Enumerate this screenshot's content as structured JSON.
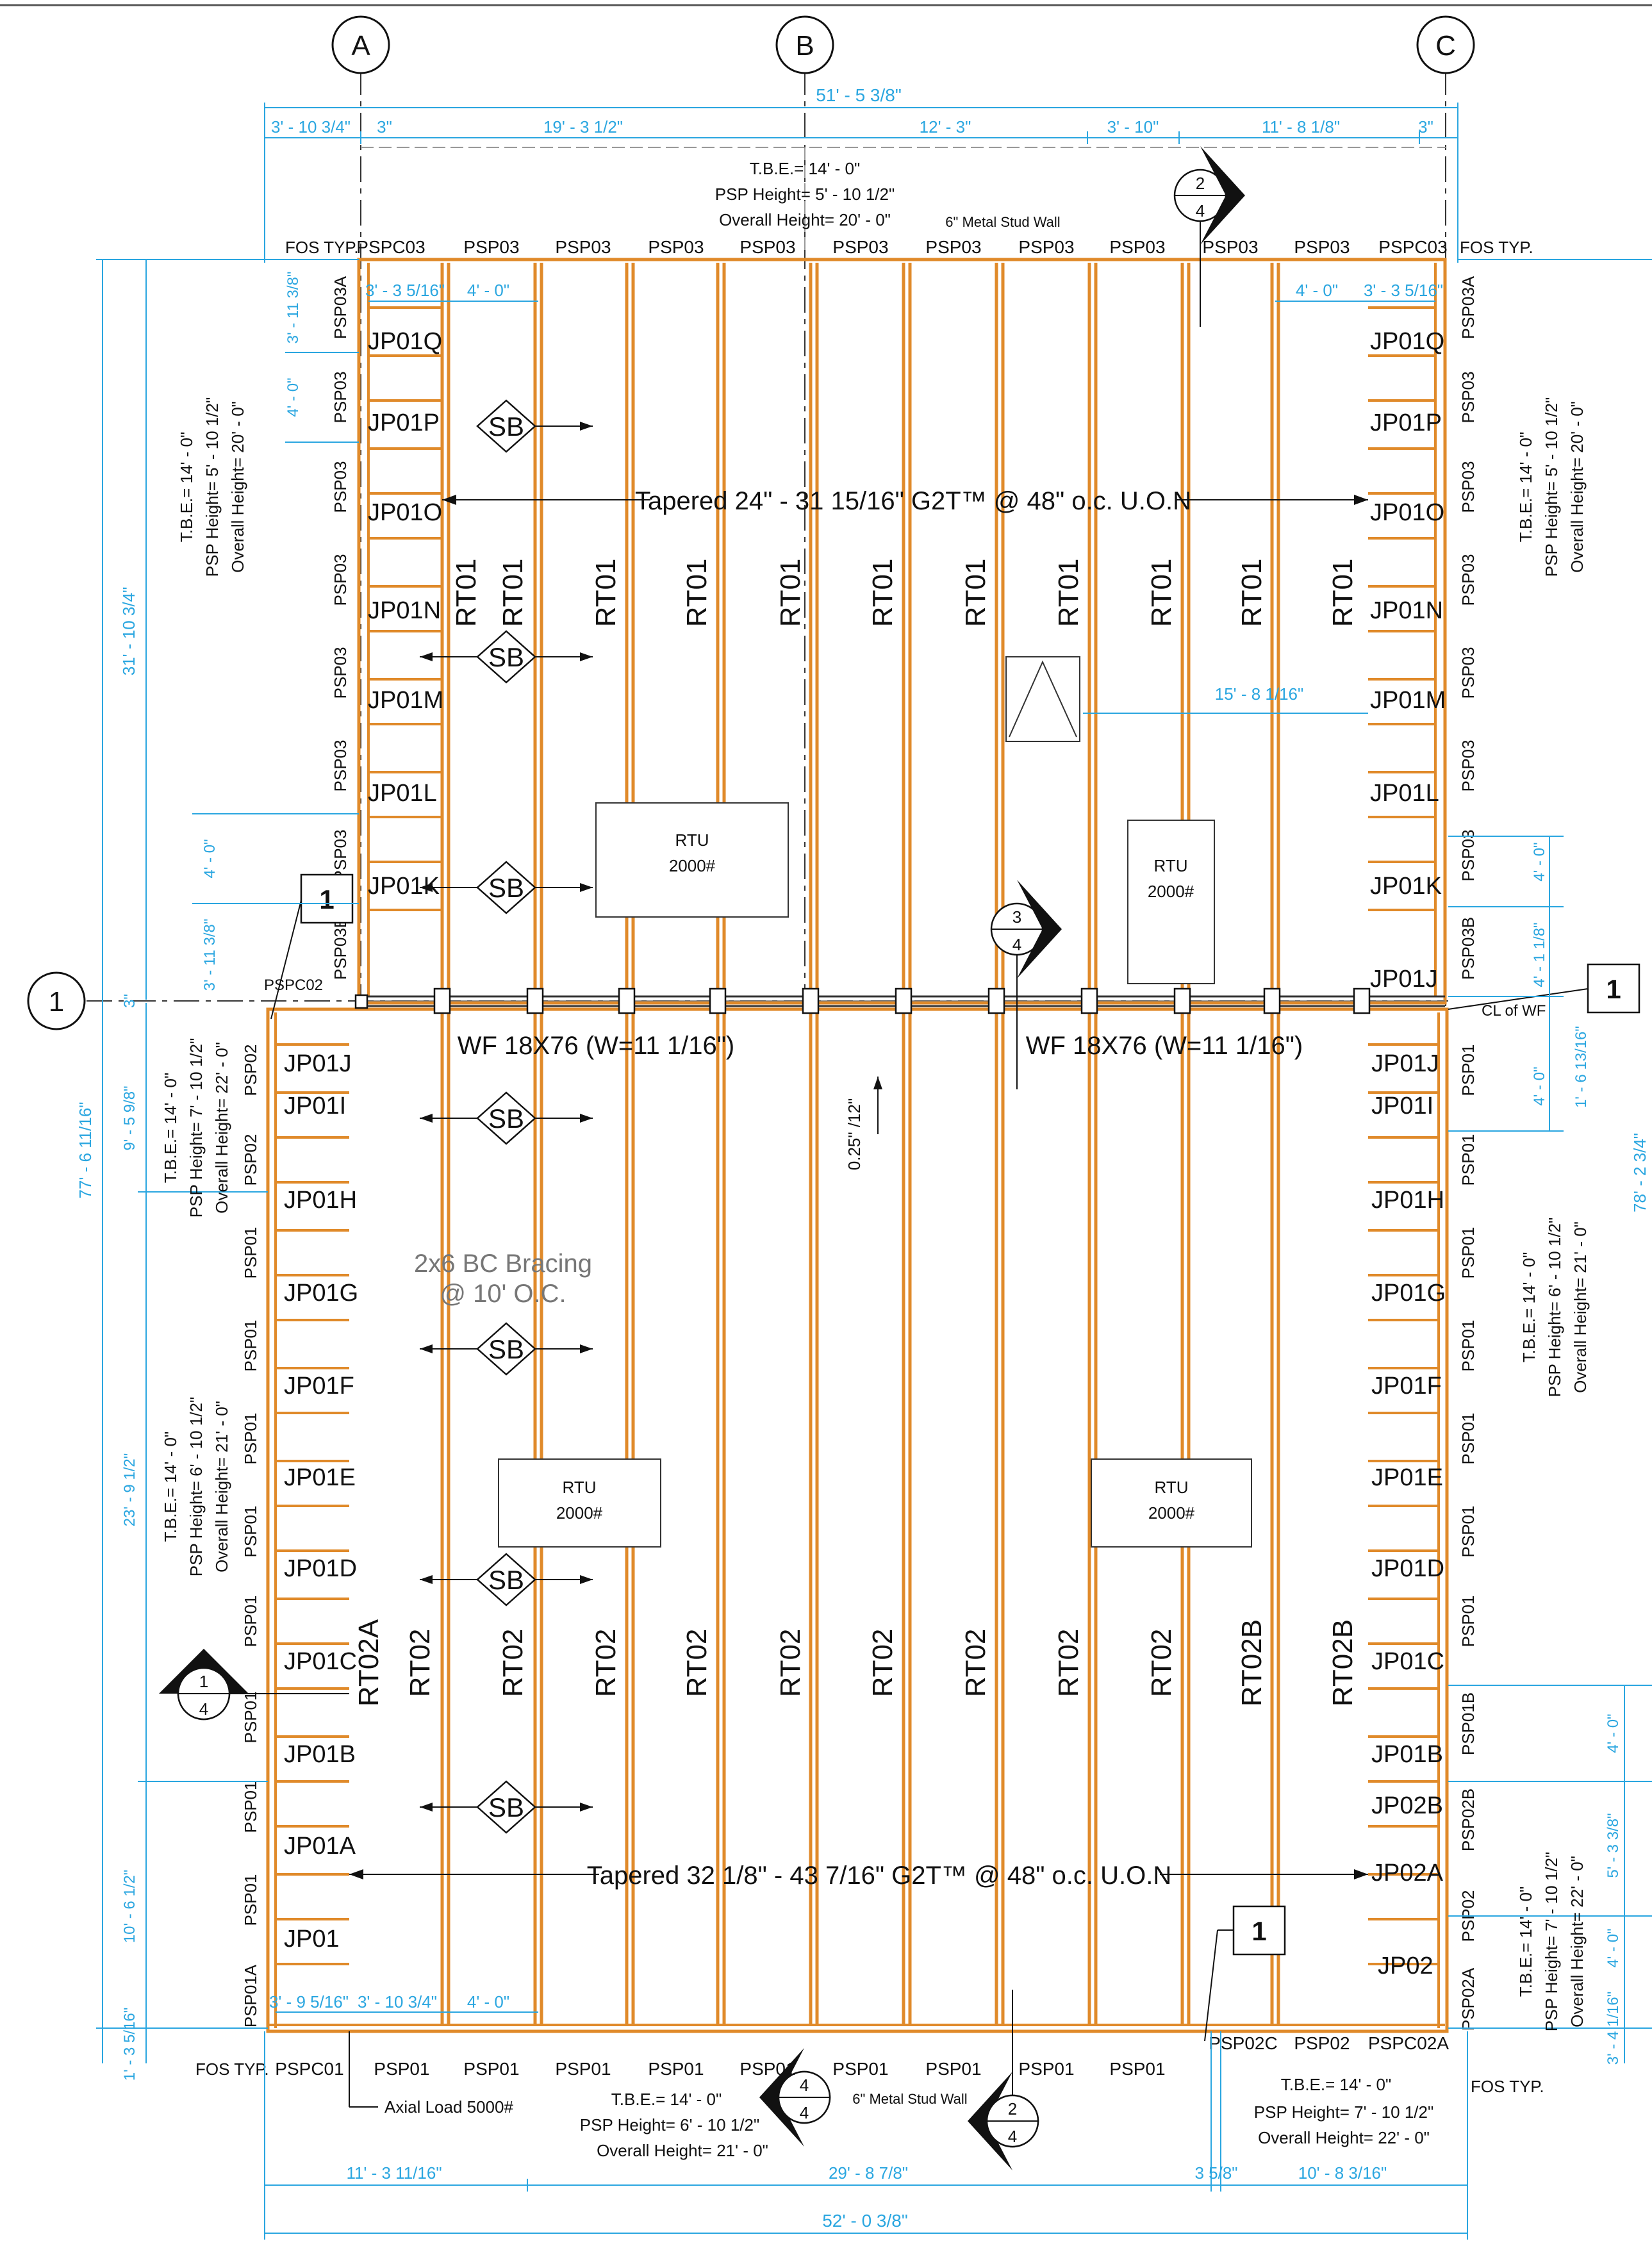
{
  "grid": {
    "cols": [
      "A",
      "B",
      "C"
    ],
    "rows": [
      "1"
    ]
  },
  "dims_top": {
    "overall": "51' - 5 3/8\"",
    "segments": [
      "3' - 10 3/4\"",
      "3\"",
      "19' - 3 1/2\"",
      "12' - 3\"",
      "3' - 10\"",
      "11' - 8 1/8\"",
      "3\""
    ]
  },
  "dims_bottom": {
    "overall": "52' - 0 3/8\"",
    "segments": [
      "11' - 3 11/16\"",
      "29' - 8 7/8\"",
      "3 5/8\"",
      "10' - 8 3/16\""
    ]
  },
  "dims_left": [
    "31' - 10 3/4\"",
    "77' - 6 11/16\"",
    "3' - 11 3/8\"",
    "4' - 0\"",
    "4' - 0\"",
    "3' - 11 3/8\"",
    "3\"",
    "9' - 5 9/8\"",
    "23' - 9 1/2\"",
    "10' - 6 1/2\"",
    "1' - 3 5/16\""
  ],
  "dims_right": [
    "78' - 2 3/4\"",
    "4' - 0\"",
    "4' - 1 1/8\"",
    "1' - 6 13/16\"",
    "4' - 0\"",
    "4' - 0\"",
    "5' - 3 3/8\"",
    "4' - 0\"",
    "3' - 4 1/16\""
  ],
  "dims_inner": [
    "3' - 3 5/16\"",
    "4' - 0\"",
    "4' - 0\"",
    "3' - 3 5/16\"",
    "15' - 8 1/16\"",
    "3' - 9 5/16\"",
    "3' - 10 3/4\"",
    "4' - 0\""
  ],
  "notes": {
    "top_tbe": [
      "T.B.E.= 14' - 0\"",
      "PSP Height= 5' - 10 1/2\"",
      "Overall Height= 20' - 0\""
    ],
    "left_top": [
      "T.B.E.= 14' - 0\"",
      "PSP Height= 5' - 10 1/2\"",
      "Overall Height= 20' - 0\""
    ],
    "right_top": [
      "T.B.E.= 14' - 0\"",
      "PSP Height= 5' - 10 1/2\"",
      "Overall Height= 20' - 0\""
    ],
    "left_mid": [
      "T.B.E.= 14' - 0\"",
      "PSP Height= 7' - 10 1/2\"",
      "Overall Height= 22' - 0\""
    ],
    "left_low": [
      "T.B.E.= 14' - 0\"",
      "PSP Height= 6' - 10 1/2\"",
      "Overall Height= 21' - 0\""
    ],
    "right_mid": [
      "T.B.E.= 14' - 0\"",
      "PSP Height= 6' - 10 1/2\"",
      "Overall Height= 21' - 0\""
    ],
    "right_low": [
      "T.B.E.= 14' - 0\"",
      "PSP Height= 7' - 10 1/2\"",
      "Overall Height= 22' - 0\""
    ],
    "bottom_mid": [
      "T.B.E.= 14' - 0\"",
      "PSP Height= 6' - 10 1/2\"",
      "Overall Height= 21' - 0\""
    ],
    "bottom_right": [
      "T.B.E.= 14' - 0\"",
      "PSP Height= 7' - 10 1/2\"",
      "Overall Height= 22' - 0\""
    ],
    "wall_top": "6\" Metal Stud Wall",
    "wall_bottom": "6\" Metal Stud Wall",
    "fos_tl": "FOS TYP.",
    "fos_tr": "FOS TYP.",
    "fos_bl": "FOS TYP.",
    "fos_br": "FOS TYP.",
    "tapered_top": "Tapered 24\" - 31 15/16\" G2T™ @ 48\" o.c. U.O.N",
    "tapered_bottom": "Tapered 32 1/8\" - 43 7/16\" G2T™ @ 48\" o.c. U.O.N",
    "wf_left": "WF 18X76 (W=11 1/16\")",
    "wf_right": "WF 18X76 (W=11 1/16\")",
    "cl_wf": "CL of WF",
    "bracing_1": "2x6 BC Bracing",
    "bracing_2": "@ 10' O.C.",
    "slope": "0.25\" /12\"",
    "axial": "Axial Load 5000#",
    "pspc02": "PSPC02"
  },
  "rtus": [
    {
      "name": "RTU",
      "load": "2000#"
    },
    {
      "name": "RTU",
      "load": "2000#"
    },
    {
      "name": "RTU",
      "load": "2000#"
    },
    {
      "name": "RTU",
      "load": "2000#"
    }
  ],
  "top_psp": [
    "PSPC03",
    "PSP03",
    "PSP03",
    "PSP03",
    "PSP03",
    "PSP03",
    "PSP03",
    "PSP03",
    "PSP03",
    "PSP03",
    "PSP03",
    "PSPC03"
  ],
  "bottom_psp": [
    "PSPC01",
    "PSP01",
    "PSP01",
    "PSP01",
    "PSP01",
    "PSP01",
    "PSP01",
    "PSP01",
    "PSP01",
    "PSP01",
    "PSP02C",
    "PSP02",
    "PSPC02A"
  ],
  "left_psp": [
    "PSP03A",
    "PSP03",
    "PSP03",
    "PSP03",
    "PSP03",
    "PSP03",
    "PSP03",
    "PSP03B",
    "PSP02",
    "PSP02",
    "PSP01",
    "PSP01",
    "PSP01",
    "PSP01",
    "PSP01",
    "PSP01",
    "PSP01",
    "PSP01",
    "PSP01A"
  ],
  "right_psp": [
    "PSP03A",
    "PSP03",
    "PSP03",
    "PSP03",
    "PSP03",
    "PSP03",
    "PSP03",
    "PSP03B",
    "PSP01",
    "PSP01",
    "PSP01",
    "PSP01",
    "PSP01",
    "PSP01",
    "PSP01",
    "PSP01B",
    "PSP02B",
    "PSP02",
    "PSP02A"
  ],
  "left_joists": [
    "JP01Q",
    "JP01P",
    "JP01O",
    "JP01N",
    "JP01M",
    "JP01L",
    "JP01K",
    "JP01J",
    "JP01I",
    "JP01H",
    "JP01G",
    "JP01F",
    "JP01E",
    "JP01D",
    "JP01C",
    "JP01B",
    "JP01A",
    "JP01"
  ],
  "right_joists": [
    "JP01Q",
    "JP01P",
    "JP01O",
    "JP01N",
    "JP01M",
    "JP01L",
    "JP01K",
    "JP01J",
    "JP01J",
    "JP01I",
    "JP01H",
    "JP01G",
    "JP01F",
    "JP01E",
    "JP01D",
    "JP01C",
    "JP01B",
    "JP02B",
    "JP02A",
    "JP02"
  ],
  "rt_top": [
    "RT01",
    "RT01",
    "RT01",
    "RT01",
    "RT01",
    "RT01",
    "RT01",
    "RT01",
    "RT01",
    "RT01",
    "RT01"
  ],
  "rt_bottom": [
    "RT02A",
    "RT02",
    "RT02",
    "RT02",
    "RT02",
    "RT02",
    "RT02",
    "RT02",
    "RT02",
    "RT02",
    "RT02B",
    "RT02B"
  ],
  "sb": [
    "SB",
    "SB",
    "SB",
    "SB",
    "SB",
    "SB",
    "SB"
  ],
  "sections": [
    {
      "top": "2",
      "bottom": "4"
    },
    {
      "top": "3",
      "bottom": "4"
    },
    {
      "top": "1",
      "bottom": "4"
    },
    {
      "top": "4",
      "bottom": "4"
    },
    {
      "top": "2",
      "bottom": "4"
    }
  ],
  "detail_tags": [
    "1",
    "1",
    "1"
  ]
}
